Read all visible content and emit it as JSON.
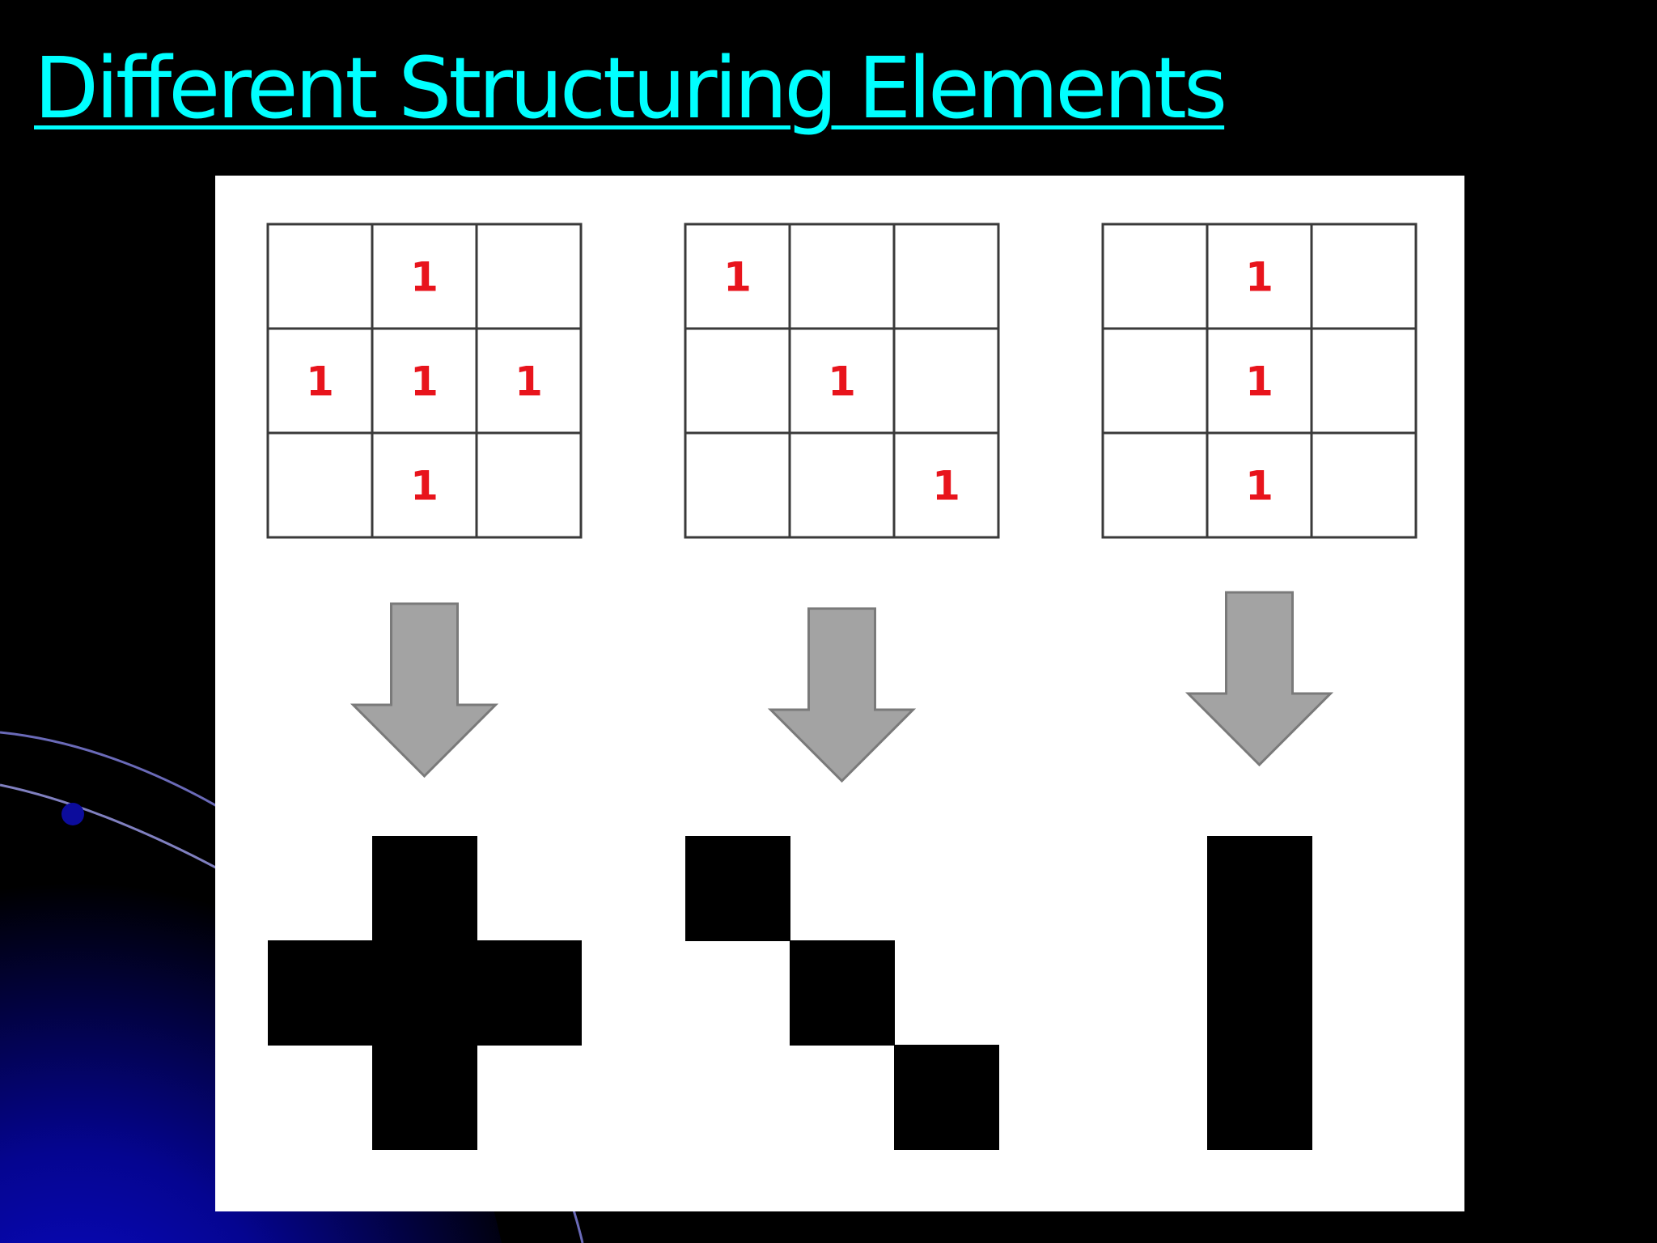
{
  "title": "Different Structuring Elements",
  "colors": {
    "background": "#000000",
    "title": "#00ffff",
    "panel": "#ffffff",
    "grid_line": "#3a3a3a",
    "cell_value": "#e8141c",
    "arrow_fill": "#a3a3a3",
    "arrow_stroke": "#7a7a7a",
    "shape_fill": "#000000"
  },
  "elements": [
    {
      "name": "cross",
      "grid": [
        [
          "",
          "1",
          ""
        ],
        [
          "1",
          "1",
          "1"
        ],
        [
          "",
          "1",
          ""
        ]
      ],
      "arrow_icon": "down-arrow-icon"
    },
    {
      "name": "diagonal",
      "grid": [
        [
          "1",
          "",
          ""
        ],
        [
          "",
          "1",
          ""
        ],
        [
          "",
          "",
          "1"
        ]
      ],
      "arrow_icon": "down-arrow-icon"
    },
    {
      "name": "vertical-line",
      "grid": [
        [
          "",
          "1",
          ""
        ],
        [
          "",
          "1",
          ""
        ],
        [
          "",
          "1",
          ""
        ]
      ],
      "arrow_icon": "down-arrow-icon"
    }
  ]
}
